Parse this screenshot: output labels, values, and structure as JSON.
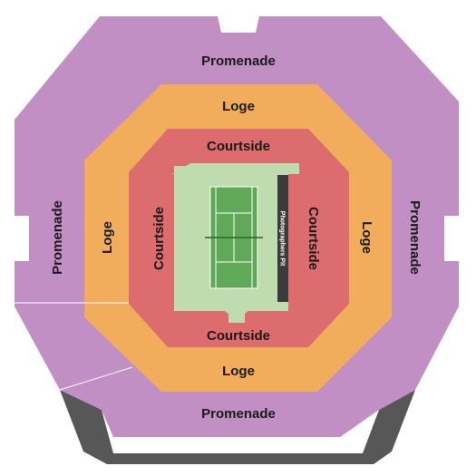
{
  "colors": {
    "promenade": "#c28fc4",
    "loge": "#f2ad5c",
    "courtside": "#dc6c6e",
    "court_surround": "#bfdcae",
    "court": "#5fa958",
    "pit": "#3b3b3b",
    "structure": "#575757"
  },
  "sections": {
    "promenade_top": "Promenade",
    "promenade_left": "Promenade",
    "promenade_right": "Promenade",
    "promenade_bottom": "Promenade",
    "loge_top": "Loge",
    "loge_left": "Loge",
    "loge_right": "Loge",
    "loge_bottom": "Loge",
    "courtside_top": "Courtside",
    "courtside_left": "Courtside",
    "courtside_right": "Courtside",
    "courtside_bottom": "Courtside",
    "photographers_pit": "Photographers Pit"
  }
}
